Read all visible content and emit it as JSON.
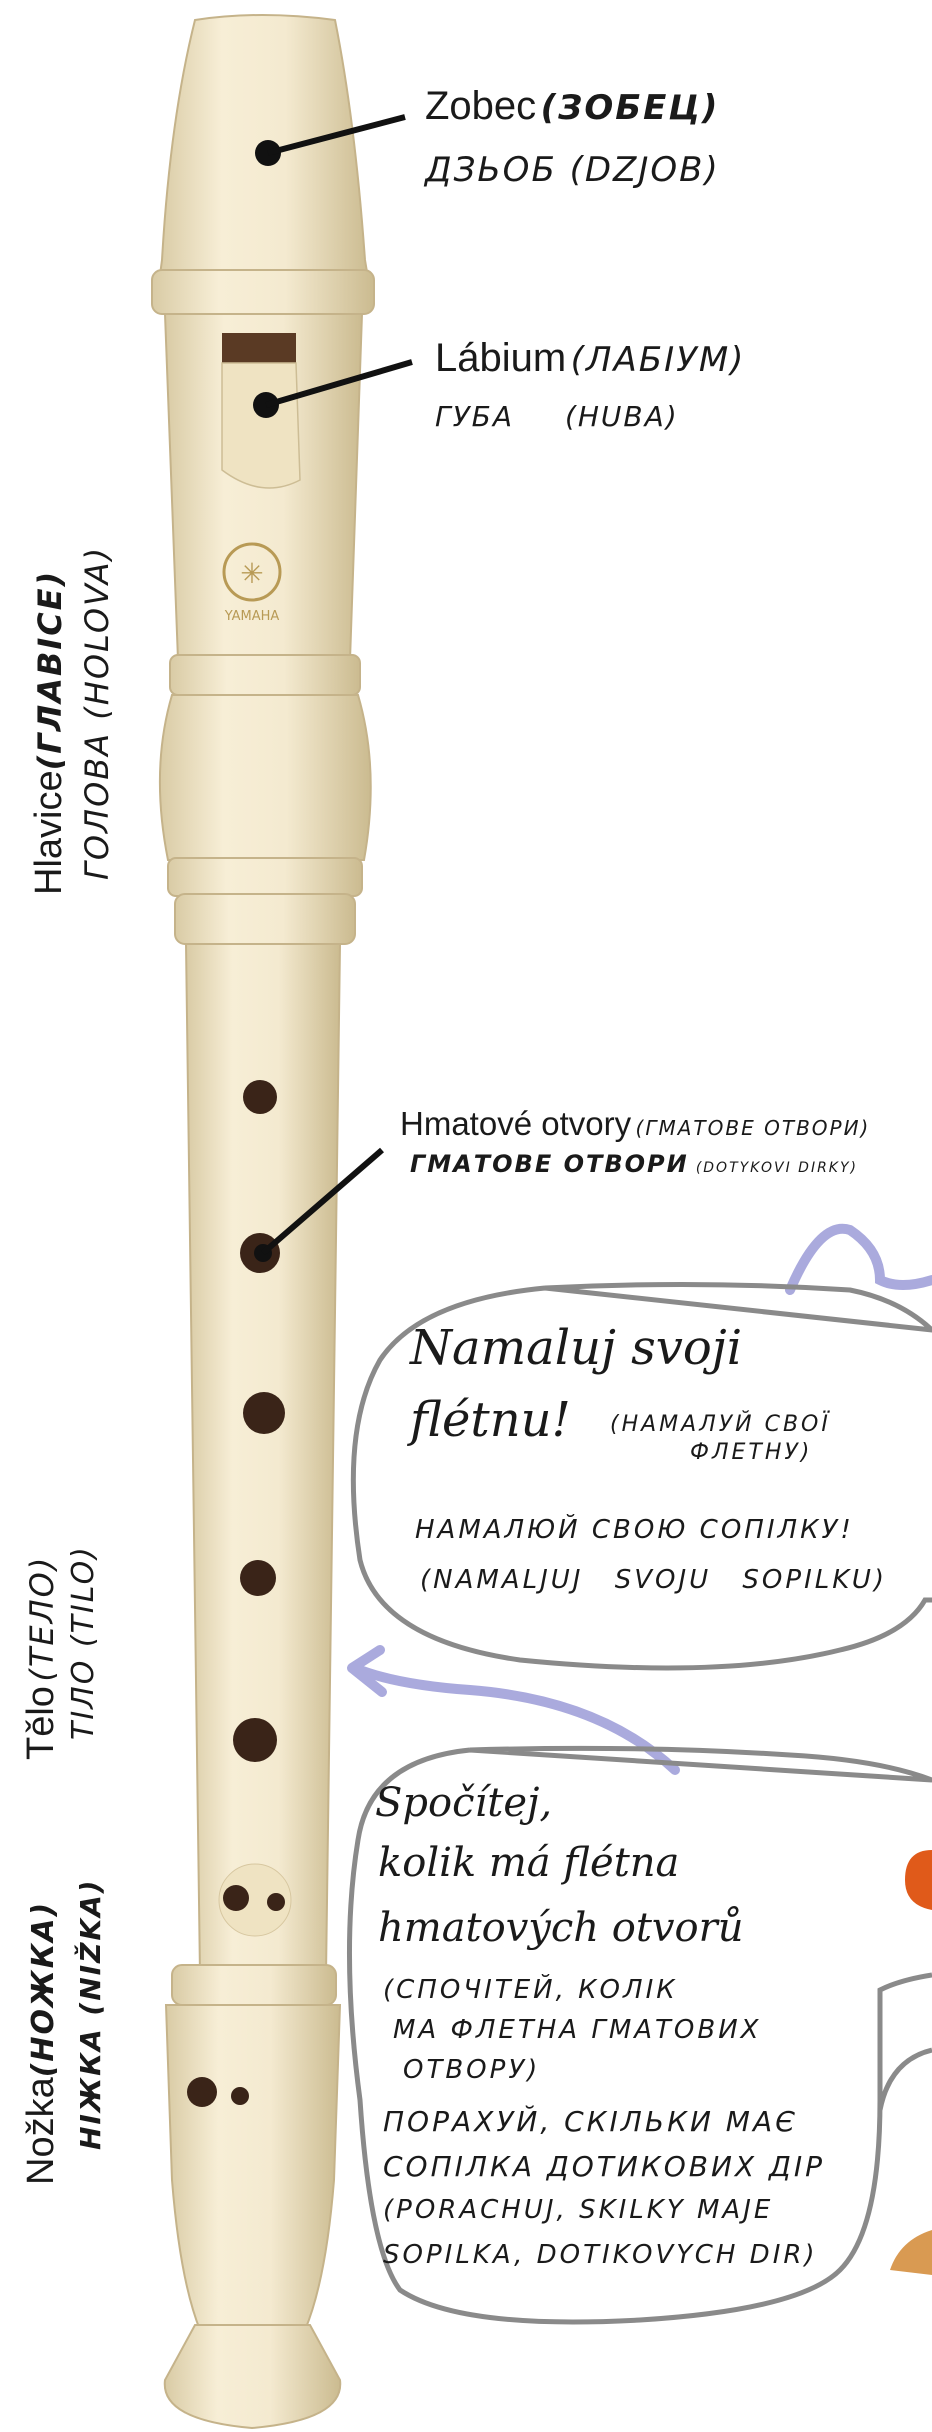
{
  "brand": "YAMAHA",
  "colors": {
    "recorder": "#f4ead0",
    "recorder_shade": "#d8c9a2",
    "hole": "#3a2418",
    "bubble_stroke": "#8a8a8a",
    "arrow": "#aaaadd",
    "accent_orange": "#e05a1a",
    "accent_tan": "#d99a52"
  },
  "labels": {
    "zobec": {
      "main": "Zobec",
      "ru": "(ЗОБЕЦ)",
      "uk": "ДЗЬОБ",
      "translit": "(DZJOB)"
    },
    "labium": {
      "main": "Lábium",
      "ru": "(ЛАБІУМ)",
      "uk": "ГУБА",
      "translit": "(HUBA)"
    },
    "otvory": {
      "main": "Hmatové otvory",
      "ru": "(ГМАТОВЕ ОТВОРИ)",
      "uk": "ГМАТОВЕ ОТВОРИ",
      "translit": "(DOTYKOVI DIRKY)"
    }
  },
  "side_labels": {
    "hlavice": {
      "main": "Hlavice",
      "ru": "(ГЛАВІСЕ)",
      "uk": "ГОЛОВА",
      "translit": "(HOLOVA)"
    },
    "telo": {
      "main": "Tělo",
      "ru": "(ТЕЛО)",
      "uk": "ТІЛО",
      "translit": "(TILO)"
    },
    "nozka": {
      "main": "Nožka",
      "ru": "(НОЖКА)",
      "uk": "НІЖКА",
      "translit": "(NIŽKA)"
    }
  },
  "bubble1": {
    "line1": "Namaluj svoji",
    "line2": "flétnu!",
    "ru1": "(НАМАЛУЙ СВОЇ",
    "ru2": "ФЛЕТНУ)",
    "uk": "НАМАЛЮЙ СВОЮ СОПІЛКУ!",
    "translit": "(NAMALJUJ SVOJU SOPILKU)"
  },
  "bubble2": {
    "line1": "Spočítej,",
    "line2": "kolik má flétna",
    "line3": "hmatových otvorů",
    "ru1": "(СПОЧІТЕЙ, КОЛІК",
    "ru2": "МА ФЛЕТНА ГМАТОВИХ",
    "ru3": "ОТВОРУ)",
    "uk1": "ПОРАХУЙ, СКІЛЬКИ МАЄ",
    "uk2": "СОПІЛКА ДОТИКОВИХ ДІР",
    "tr1": "(PORACHUJ, SKILKY MAJE",
    "tr2": "SOPILKA, DOTIKOVYCH DIR)"
  }
}
